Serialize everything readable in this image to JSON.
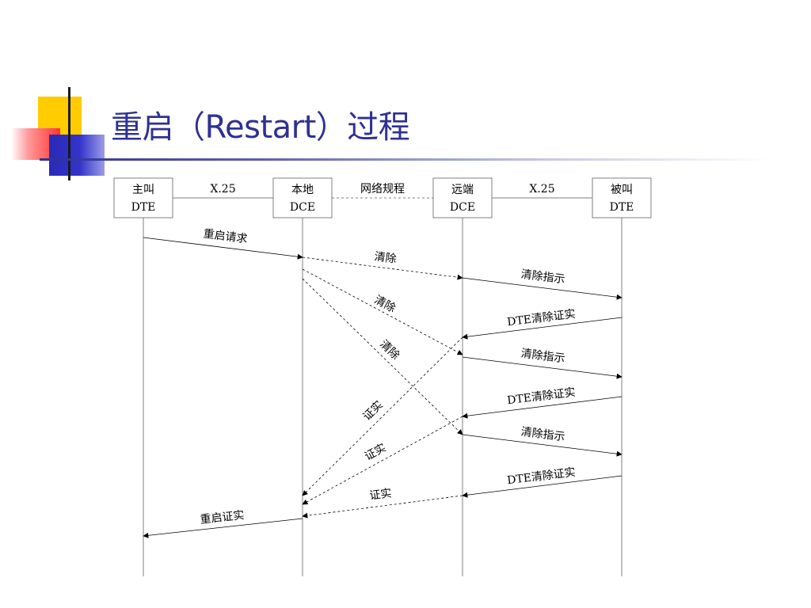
{
  "slide": {
    "title": "重启（Restart）过程"
  },
  "entities": [
    {
      "line1": "主叫",
      "line2": "DTE"
    },
    {
      "line1": "本地",
      "line2": "DCE"
    },
    {
      "line1": "远端",
      "line2": "DCE"
    },
    {
      "line1": "被叫",
      "line2": "DTE"
    }
  ],
  "links": [
    {
      "label": "X.25",
      "style": "solid"
    },
    {
      "label": "网络规程",
      "style": "dashed"
    },
    {
      "label": "X.25",
      "style": "solid"
    }
  ],
  "messages": [
    {
      "from": 0,
      "to": 1,
      "label": "重启请求",
      "style": "solid"
    },
    {
      "from": 1,
      "to": 2,
      "label": "清除",
      "style": "dashed"
    },
    {
      "from": 2,
      "to": 3,
      "label": "清除指示",
      "style": "solid"
    },
    {
      "from": 1,
      "to": 2,
      "label": "清除",
      "style": "dashed"
    },
    {
      "from": 3,
      "to": 2,
      "label": "DTE清除证实",
      "style": "solid"
    },
    {
      "from": 1,
      "to": 2,
      "label": "清除",
      "style": "dashed"
    },
    {
      "from": 2,
      "to": 3,
      "label": "清除指示",
      "style": "solid"
    },
    {
      "from": 2,
      "to": 1,
      "label": "证实",
      "style": "dashed"
    },
    {
      "from": 3,
      "to": 2,
      "label": "DTE清除证实",
      "style": "solid"
    },
    {
      "from": 2,
      "to": 3,
      "label": "清除指示",
      "style": "solid"
    },
    {
      "from": 2,
      "to": 1,
      "label": "证实",
      "style": "dashed"
    },
    {
      "from": 3,
      "to": 2,
      "label": "DTE清除证实",
      "style": "solid"
    },
    {
      "from": 2,
      "to": 1,
      "label": "证实",
      "style": "dashed"
    },
    {
      "from": 1,
      "to": 0,
      "label": "重启证实",
      "style": "solid"
    }
  ],
  "colors": {
    "title": "#2e3192",
    "deco_yellow": "#ffcc00",
    "deco_red": "#ff3333",
    "deco_blue": "#3333cc"
  }
}
